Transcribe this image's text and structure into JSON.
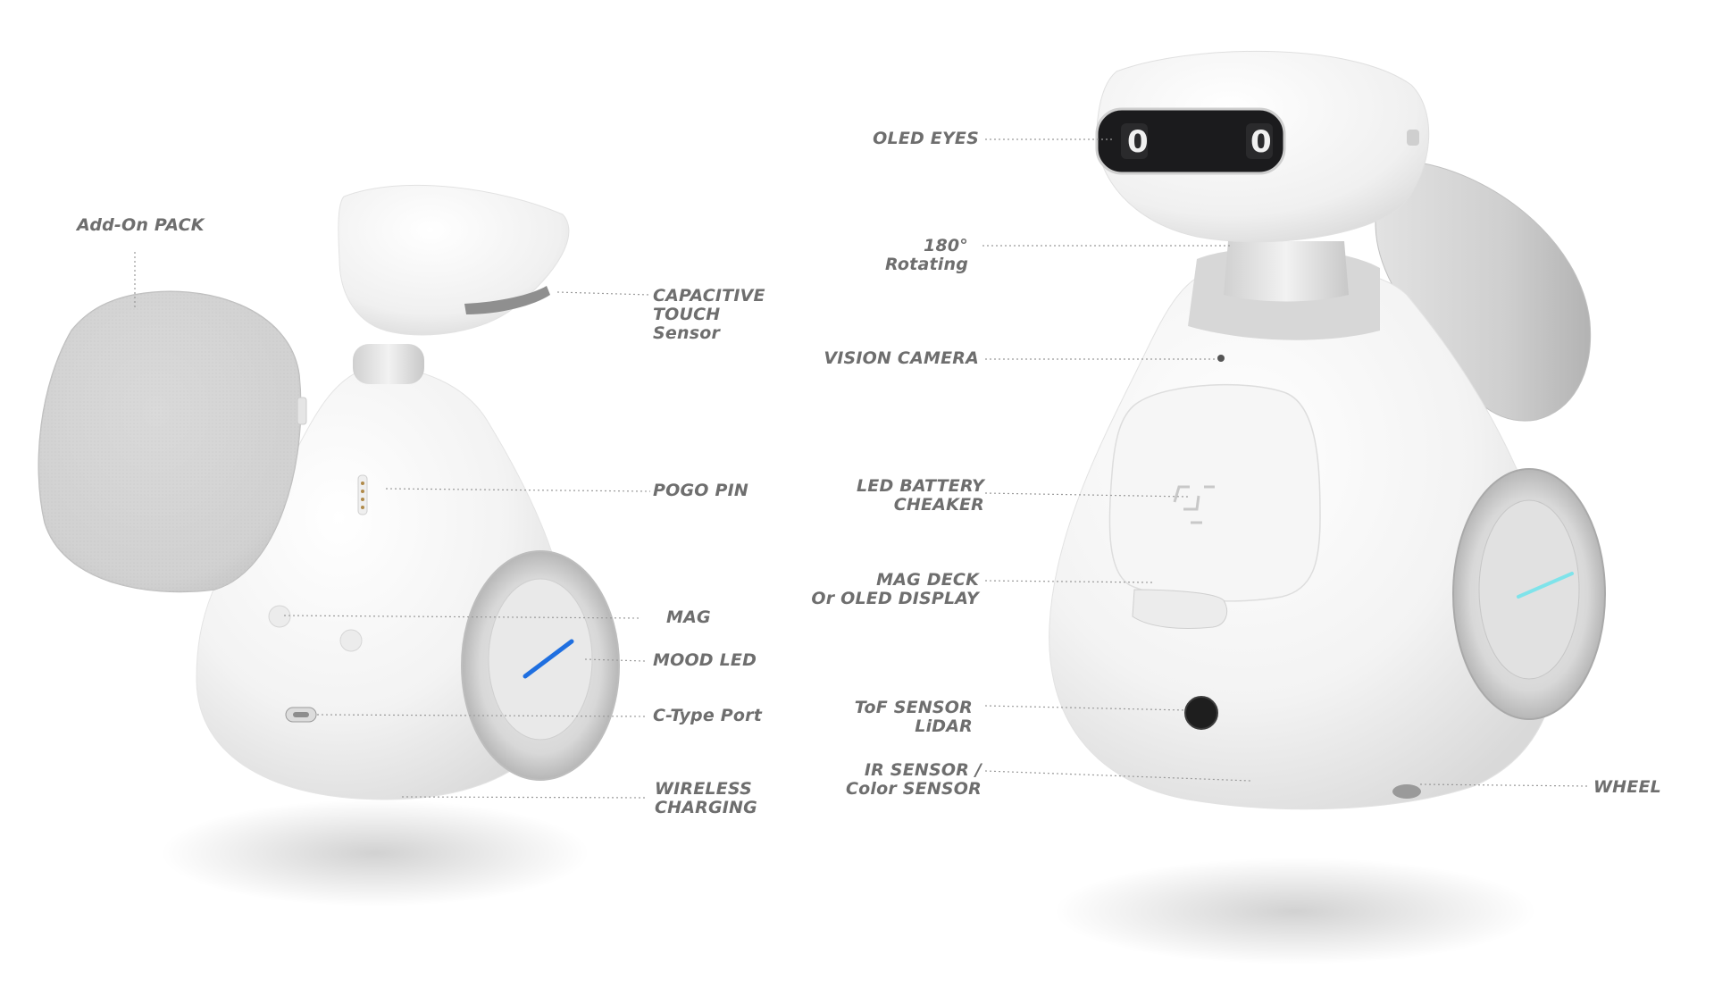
{
  "colors": {
    "label_text": "#6e6e6e",
    "leader_line": "#9a9a9a",
    "body_white": "#f3f3f3",
    "speaker_grey": "#b9b9b9",
    "led_blue": "#1f6fe0",
    "led_cyan": "#7fe3ea",
    "eye_display": "#1b1b1d"
  },
  "left_robot": {
    "labels": {
      "addon_pack": [
        "Add-On PACK"
      ],
      "capacitive_touch": [
        "CAPACITIVE",
        "TOUCH",
        "Sensor"
      ],
      "pogo_pin": [
        "POGO PIN"
      ],
      "mag": [
        "MAG"
      ],
      "mood_led": [
        "MOOD LED"
      ],
      "c_type_port": [
        "C-Type Port"
      ],
      "wireless_charging": [
        "WIRELESS",
        "CHARGING"
      ]
    }
  },
  "right_robot": {
    "eye_glyphs": [
      "0",
      "0"
    ],
    "labels": {
      "oled_eyes": [
        "OLED EYES"
      ],
      "rotating": [
        "180°",
        "Rotating"
      ],
      "vision_camera": [
        "VISION CAMERA"
      ],
      "led_battery": [
        "LED BATTERY",
        "CHEAKER"
      ],
      "mag_deck": [
        "MAG DECK",
        "Or OLED DISPLAY"
      ],
      "tof_sensor": [
        "ToF SENSOR",
        "LiDAR"
      ],
      "ir_sensor": [
        "IR SENSOR /",
        "Color SENSOR"
      ],
      "wheel": [
        "WHEEL"
      ]
    }
  }
}
